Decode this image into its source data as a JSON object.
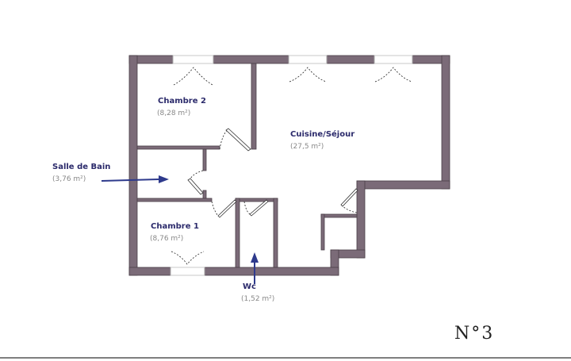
{
  "rooms": [
    {
      "name": "Chambre 2",
      "area": "(8,28 m²)"
    },
    {
      "name": "Cuisine/Séjour",
      "area": "(27,5 m²)"
    },
    {
      "name": "Salle de Bain",
      "area": "(3,76 m²)"
    },
    {
      "name": "Chambre 1",
      "area": "(8,76 m²)"
    },
    {
      "name": "Wc",
      "area": "(1,52 m²)"
    }
  ],
  "annotation": "N°3",
  "colors": {
    "wall": "#7b6b78",
    "label": "#2b2a6b",
    "arrow": "#2e3a8c"
  }
}
